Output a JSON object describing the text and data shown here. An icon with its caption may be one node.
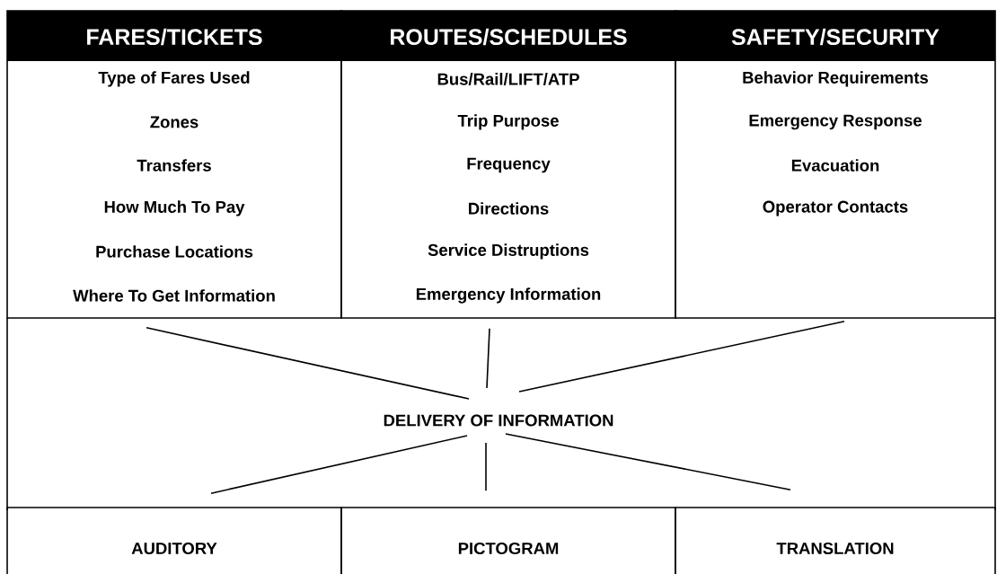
{
  "diagram": {
    "nodes": [
      {
        "text": [
          "FARES/TICKETS",
          "Type of Fares Used",
          "Zones",
          "Transfers",
          "How Much To Pay",
          "Purchase Locations",
          "Where To Get Information"
        ]
      },
      {
        "text": [
          "ROUTES/SCHEDULES",
          "Bus/Rail/LIFT/ATP",
          "Trip Purpose",
          "Frequency",
          "Directions",
          "Service Distruptions",
          "Emergency Information"
        ]
      },
      {
        "text": [
          "SAFETY/SECURITY",
          "Behavior Requirements",
          "Emergency Response",
          "Evacuation",
          "Operator Contacts"
        ]
      },
      {
        "text": [
          "DELIVERY OF INFORMATION"
        ]
      },
      {
        "text": [
          "AUDITORY"
        ]
      },
      {
        "text": [
          "PICTOGRAM"
        ]
      },
      {
        "text": [
          "TRANSLATION"
        ]
      }
    ],
    "edges": [
      {
        "from": 0,
        "to": 3,
        "arrow": "none"
      },
      {
        "from": 1,
        "to": 3,
        "arrow": "none"
      },
      {
        "from": 2,
        "to": 3,
        "arrow": "none"
      },
      {
        "from": 3,
        "to": 4,
        "arrow": "none"
      },
      {
        "from": 3,
        "to": 5,
        "arrow": "none"
      },
      {
        "from": 3,
        "to": 6,
        "arrow": "none"
      }
    ]
  }
}
